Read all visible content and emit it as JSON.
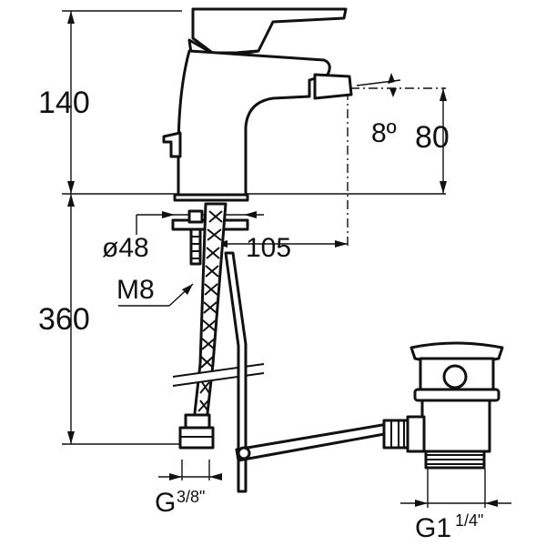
{
  "dimensions": {
    "height_total": "140",
    "spout_height": "80",
    "spout_angle": "8º",
    "body_diameter": "ø48",
    "spout_reach": "105",
    "stud_thread": "M8",
    "below_deck": "360",
    "hose_connection": {
      "main": "G",
      "fraction": "3/8\""
    },
    "waste_connection": {
      "main": "G1",
      "fraction": "1/4\""
    }
  },
  "colors": {
    "line": "#111111",
    "background": "#ffffff"
  }
}
